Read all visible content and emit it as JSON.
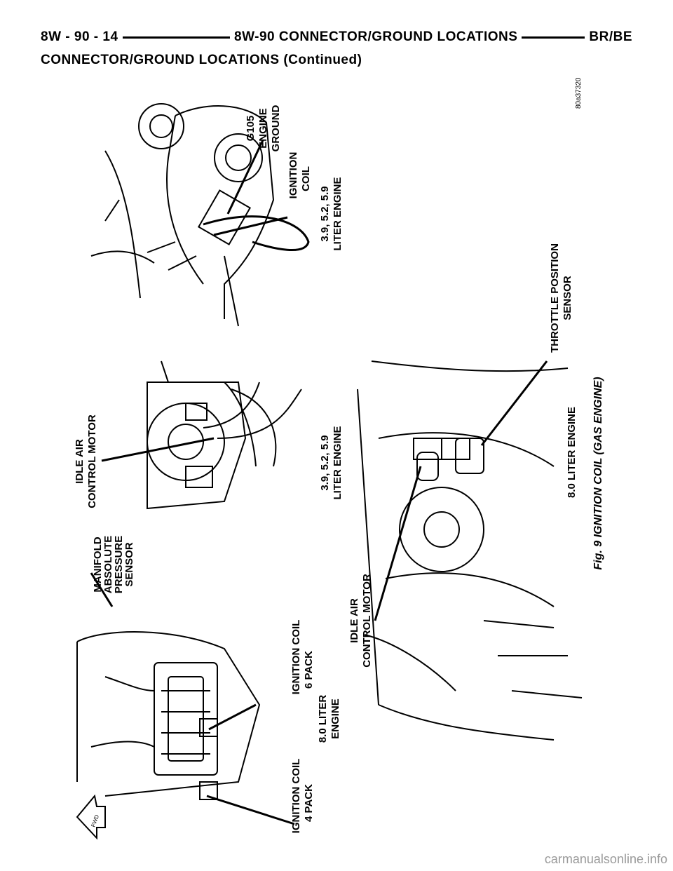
{
  "header": {
    "page_ref": "8W - 90 - 14",
    "section_title": "8W-90 CONNECTOR/GROUND LOCATIONS",
    "model": "BR/BE"
  },
  "subtitle": "CONNECTOR/GROUND LOCATIONS (Continued)",
  "figure": {
    "caption": "Fig. 9 IGNITION COIL (GAS ENGINE)",
    "art_id": "80a37320",
    "labels": {
      "g105_l1": "G105",
      "g105_l2": "ENGINE",
      "g105_l3": "GROUND",
      "ign_coil_l1": "IGNITION",
      "ign_coil_l2": "COIL",
      "eng_39_a_l1": "3.9, 5.2, 5.9",
      "eng_39_a_l2": "LITER ENGINE",
      "tps_l1": "THROTTLE POSITION",
      "tps_l2": "SENSOR",
      "iac_top_l1": "IDLE AIR",
      "iac_top_l2": "CONTROL MOTOR",
      "map_l1": "MANIFOLD",
      "map_l2": "ABSOLUTE",
      "map_l3": "PRESSURE",
      "map_l4": "SENSOR",
      "eng_39_b_l1": "3.9, 5.2, 5.9",
      "eng_39_b_l2": "LITER ENGINE",
      "eng_80_b": "8.0 LITER ENGINE",
      "iac_bot_l1": "IDLE AIR",
      "iac_bot_l2": "CONTROL MOTOR",
      "coil6_l1": "IGNITION COIL",
      "coil6_l2": "6 PACK",
      "eng_80_a_l1": "8.0 LITER",
      "eng_80_a_l2": "ENGINE",
      "coil4_l1": "IGNITION COIL",
      "coil4_l2": "4 PACK",
      "front_arrow": "FWD"
    }
  },
  "footer": {
    "watermark": "carmanualsonline.info"
  }
}
